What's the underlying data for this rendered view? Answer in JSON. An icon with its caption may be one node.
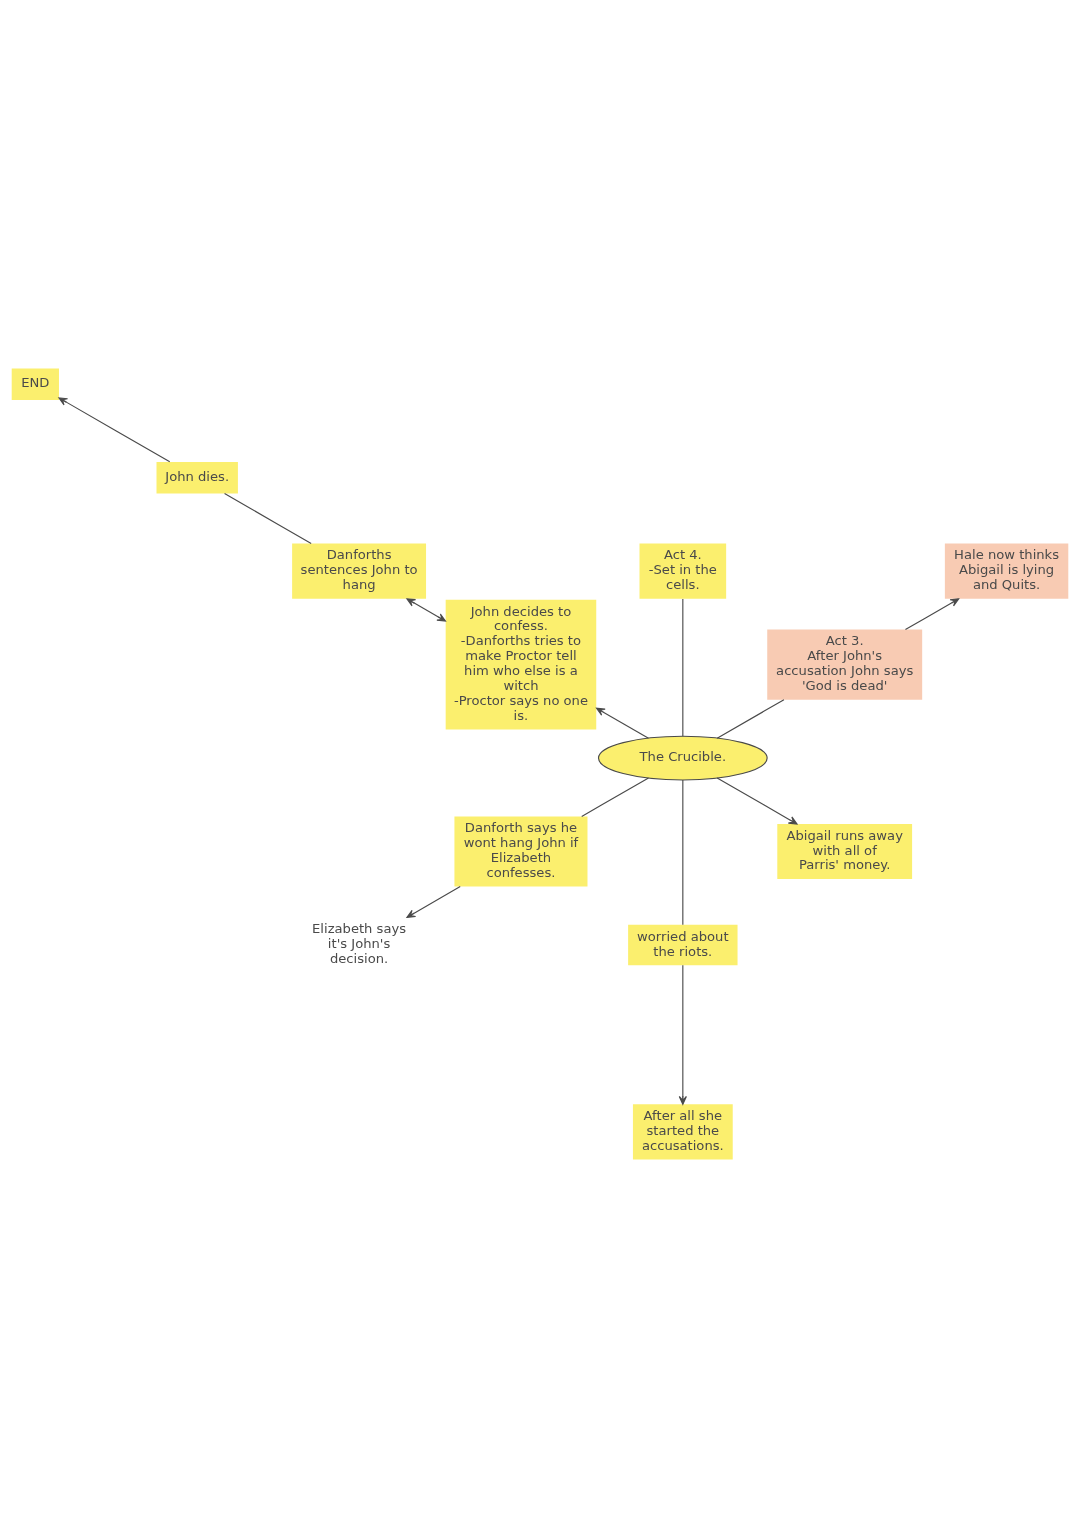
{
  "diagram": {
    "nodes": [
      {
        "text": [
          "Act 3.",
          "After John's accusation John says 'God is dead'"
        ]
      },
      {
        "text": [
          "Act 4.",
          "-Set in the cells."
        ]
      },
      {
        "text": [
          "Hale now thinks Abigail is lying and Quits."
        ]
      },
      {
        "text": [
          "John decides to confess.",
          "-Danforths tries to make Proctor tell him who else is a witch",
          "-Proctor says no one is."
        ]
      },
      {
        "text": [
          "Danforth says he wont hang John if Elizabeth confesses."
        ]
      },
      {
        "text": [
          "The Crucible."
        ]
      },
      {
        "text": [
          "Elizabeth says it's John's decision."
        ]
      },
      {
        "text": [
          "worried about the riots."
        ]
      },
      {
        "text": [
          "Abigail runs away with all of Parris' money."
        ]
      },
      {
        "text": [
          "After all she started the accusations."
        ]
      },
      {
        "text": [
          "Danforths sentences John to hang"
        ]
      },
      {
        "text": [
          "John dies."
        ]
      },
      {
        "text": [
          "END"
        ]
      }
    ],
    "edges": [
      {
        "from": 5,
        "to": 1,
        "arrow": "none"
      },
      {
        "from": 5,
        "to": 0,
        "arrow": "none"
      },
      {
        "from": 0,
        "to": 2,
        "arrow": "to"
      },
      {
        "from": 5,
        "to": 3,
        "arrow": "to"
      },
      {
        "from": 5,
        "to": 4,
        "arrow": "none"
      },
      {
        "from": 4,
        "to": 6,
        "arrow": "to"
      },
      {
        "from": 5,
        "to": 8,
        "arrow": "to"
      },
      {
        "from": 5,
        "to": 7,
        "arrow": "none"
      },
      {
        "from": 7,
        "to": 9,
        "arrow": "to"
      },
      {
        "from": 3,
        "to": 10,
        "arrow": "both"
      },
      {
        "from": 10,
        "to": 11,
        "arrow": "none"
      },
      {
        "from": 11,
        "to": 12,
        "arrow": "to"
      }
    ]
  }
}
